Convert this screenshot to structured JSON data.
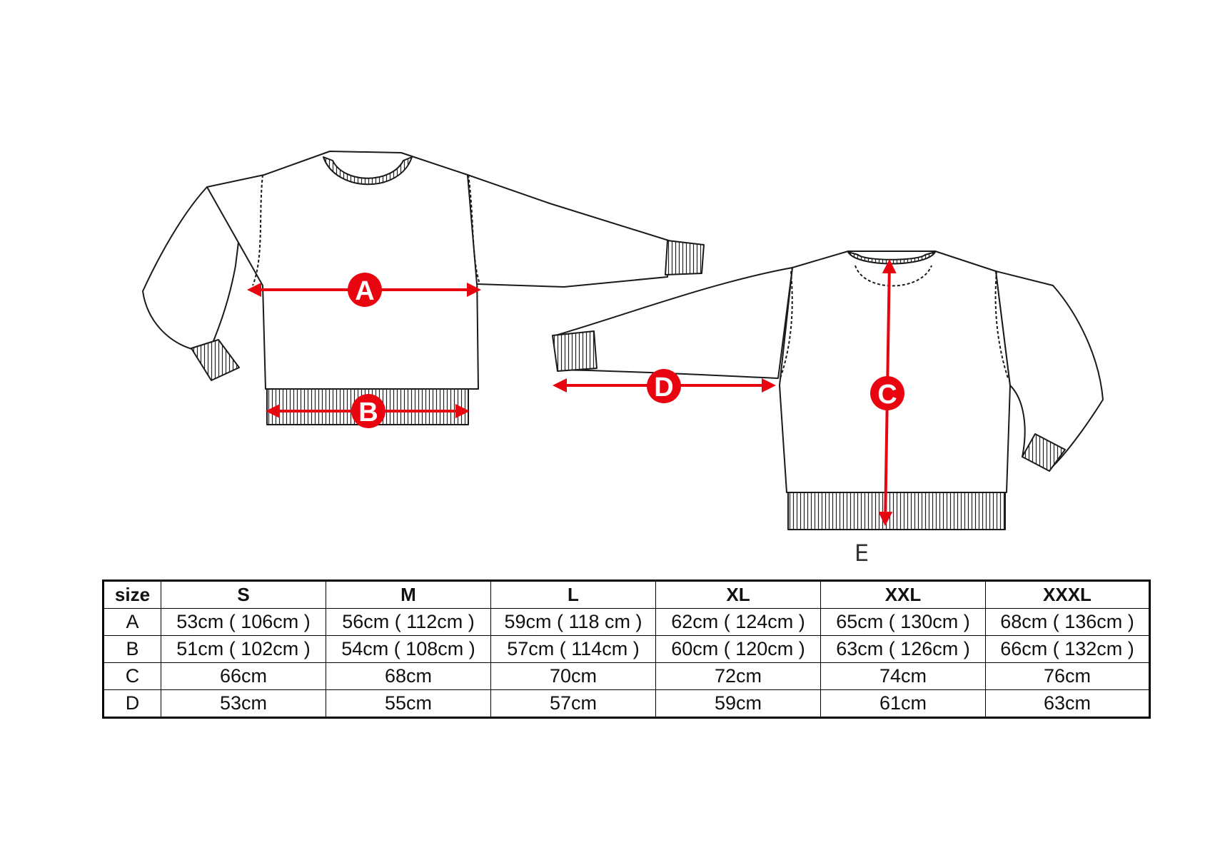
{
  "diagram": {
    "markers": {
      "a": "A",
      "b": "B",
      "c": "C",
      "d": "D"
    },
    "extra_label": "E"
  },
  "size_table": {
    "headers": [
      "size",
      "S",
      "M",
      "L",
      "XL",
      "XXL",
      "XXXL"
    ],
    "rows": [
      [
        "A",
        "53cm  ( 106cm )",
        "56cm ( 112cm )",
        "59cm ( 118 cm )",
        "62cm ( 124cm )",
        "65cm ( 130cm )",
        "68cm ( 136cm )"
      ],
      [
        "B",
        "51cm  ( 102cm )",
        "54cm ( 108cm )",
        "57cm ( 114cm )",
        "60cm ( 120cm )",
        "63cm ( 126cm )",
        "66cm ( 132cm )"
      ],
      [
        "C",
        "66cm",
        "68cm",
        "70cm",
        "72cm",
        "74cm",
        "76cm"
      ],
      [
        "D",
        "53cm",
        "55cm",
        "57cm",
        "59cm",
        "61cm",
        "63cm"
      ]
    ]
  },
  "colors": {
    "accent": "#e8050f",
    "outline": "#1a1a1a",
    "background": "#ffffff"
  },
  "icons": [
    "front-sweater-drawing",
    "back-sweater-drawing",
    "measurement-arrow"
  ]
}
